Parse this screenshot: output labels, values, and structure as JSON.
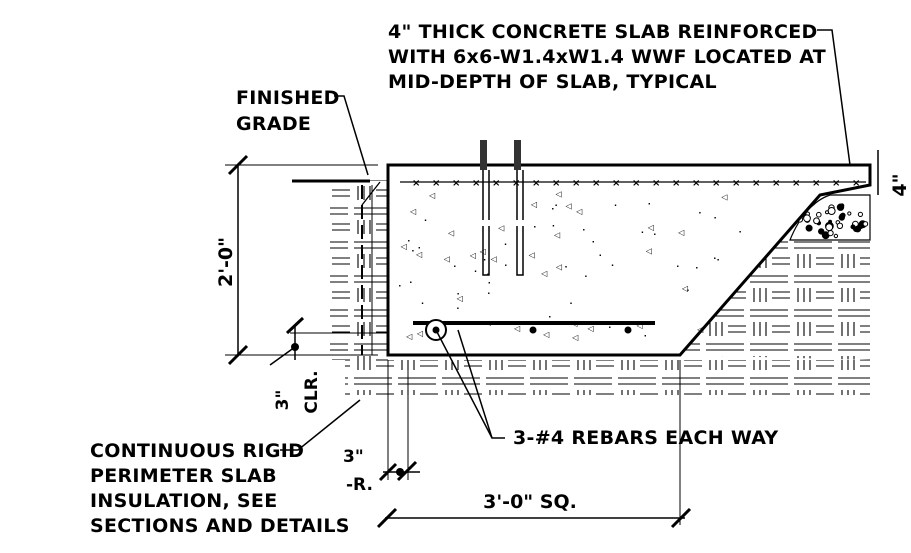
{
  "notes": {
    "slab": [
      "4\" THICK CONCRETE SLAB REINFORCED",
      "WITH 6x6-W1.4xW1.4 WWF LOCATED AT",
      "MID-DEPTH OF SLAB, TYPICAL"
    ],
    "grade": [
      "FINISHED",
      "GRADE"
    ],
    "insulation": [
      "CONTINUOUS RIGID",
      "PERIMETER SLAB",
      "INSULATION, SEE",
      "SECTIONS AND DETAILS"
    ],
    "rebars": "3-#4 REBARS EACH WAY"
  },
  "dimensions": {
    "depth": "2'-0\"",
    "slab_thickness": "4\"",
    "clear_bottom_value": "3\"",
    "clear_bottom_label": "CLR.",
    "clear_side_value": "3\"",
    "clear_side_label": "-R.",
    "footing_width": "3'-0\" SQ."
  }
}
